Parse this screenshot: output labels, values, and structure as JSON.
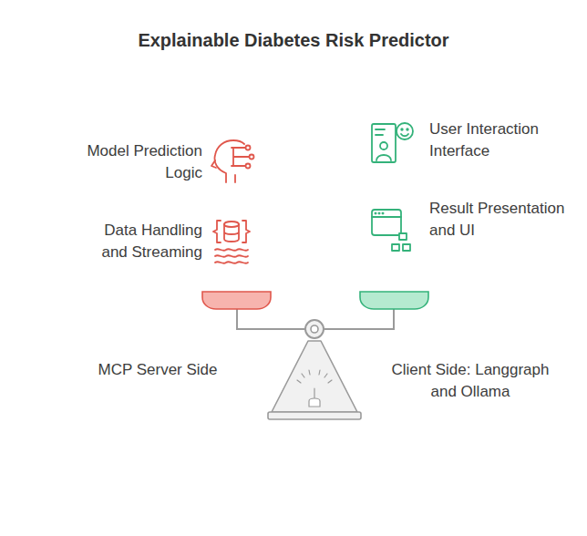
{
  "diagram": {
    "title": "Explainable Diabetes Risk Predictor",
    "labels": [
      "Model Prediction Logic",
      "Data Handling and Streaming",
      "User Interaction Interface",
      "Result Presentation and UI",
      "MCP Server Side",
      "Client Side: Langgraph and Ollama"
    ]
  }
}
